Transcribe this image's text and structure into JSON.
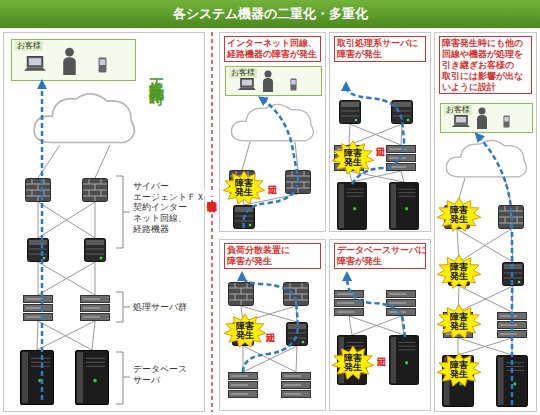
{
  "diagram": {
    "title": "各システム機器の二重化・多重化",
    "nodes": [
      {
        "text": [
          "正常動作時"
        ]
      },
      {
        "text": [
          "お客様"
        ],
        "in": 0
      },
      {
        "text": [
          "インターネット回線、 経路機器の障害が発生"
        ]
      },
      {
        "text": [
          "お客様"
        ],
        "in": 2
      },
      {
        "text": [
          "障害 発生"
        ],
        "in": 2
      },
      {
        "text": [
          "取引処理系サーバに 障害が発生"
        ]
      },
      {
        "text": [
          "障害 発生"
        ],
        "in": 5
      },
      {
        "text": [
          "負荷分散装置に 障害が発生"
        ]
      },
      {
        "text": [
          "障害 発生"
        ],
        "in": 7
      },
      {
        "text": [
          "データベースサーバに 障害が発生"
        ]
      },
      {
        "text": [
          "障害 発生"
        ],
        "in": 9
      },
      {
        "text": [
          "障害発生時にも他の 回線や機器が処理を 引き継ぎお客様の 取引には影響が出な いように設計"
        ]
      },
      {
        "text": [
          "お客様"
        ],
        "in": 11
      },
      {
        "text": [
          "障害 発生"
        ],
        "in": 11
      },
      {
        "text": [
          "障害 発生"
        ],
        "in": 11
      },
      {
        "text": [
          "障害 発生"
        ],
        "in": 11
      },
      {
        "text": [
          "障害 発生"
        ],
        "in": 11
      }
    ],
    "labels": [
      "サイバー エージェントＦＸ 契約インター ネット回線、 経路機器",
      "処理サーバ群",
      "データベース サーバ",
      "障害発生",
      "迂回",
      "迂回",
      "迂回",
      "迂回"
    ]
  }
}
